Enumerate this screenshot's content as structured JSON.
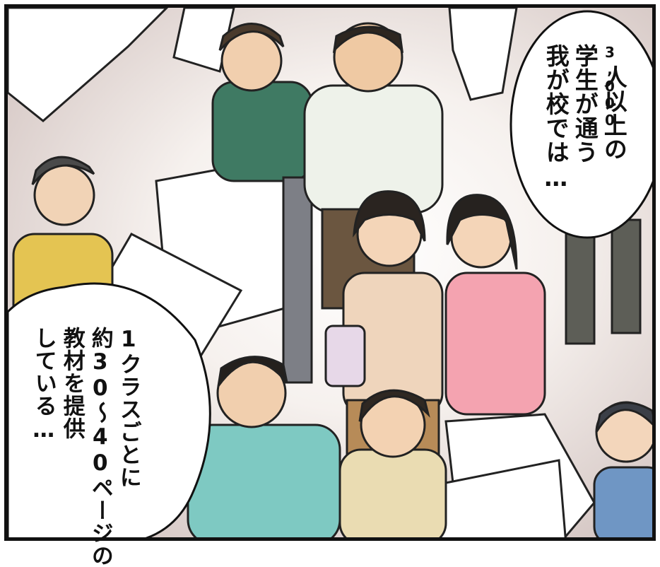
{
  "speech_bubbles": [
    {
      "lines": [
        "3,000",
        "人以上の",
        "学生が通う",
        "我が校では…"
      ]
    },
    {
      "lines": [
        "1クラスごとに",
        "約30～40ページの",
        "教材を提供",
        "している…"
      ]
    }
  ]
}
